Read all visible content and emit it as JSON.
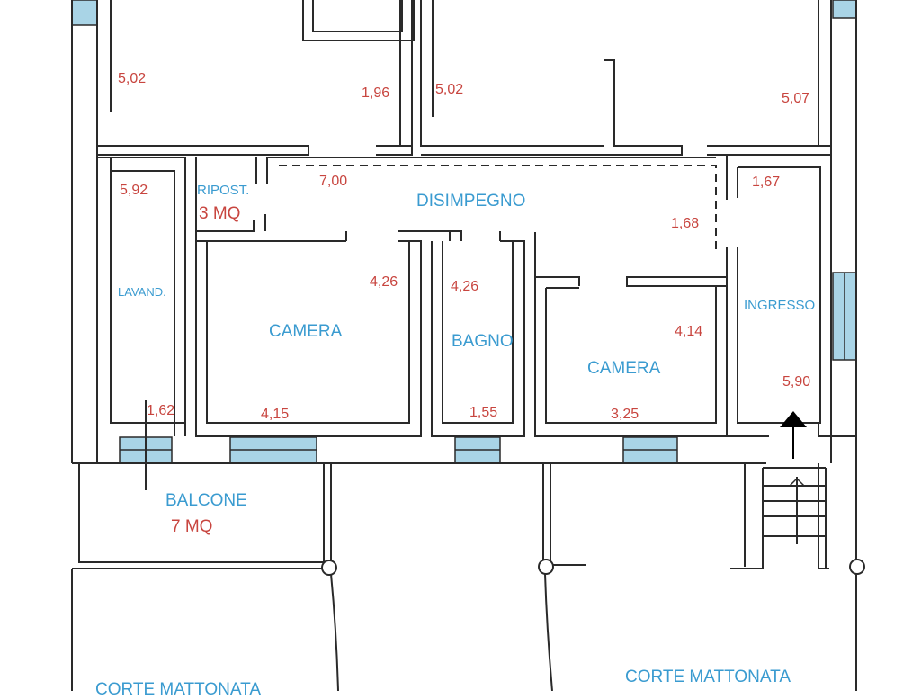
{
  "colors": {
    "wall": "#2a2a2a",
    "window": "#a9d4e6",
    "room_label": "#3a9bd0",
    "dimension": "#c8453f"
  },
  "rooms": {
    "disimpegno": "DISIMPEGNO",
    "ripostiglio": "RIPOST.",
    "lavanderia": "LAVAND.",
    "camera_left": "CAMERA",
    "bagno": "BAGNO",
    "camera_right": "CAMERA",
    "ingresso": "INGRESSO",
    "balcone": "BALCONE",
    "corte_left": "CORTE MATTONATA",
    "corte_right": "CORTE MATTONATA"
  },
  "areas": {
    "ripostiglio": "3 MQ",
    "balcone": "7 MQ"
  },
  "dimensions": {
    "top_left_room": "5,02",
    "top_small": "1,96",
    "top_middle_room": "5,02",
    "top_right_room": "5,07",
    "lavanderia_length": "5,92",
    "disimpegno_length": "7,00",
    "disimpegno_width": "1,68",
    "ingresso_width": "1,67",
    "camera_left_length": "4,26",
    "camera_left_width": "4,15",
    "bagno_length": "4,26",
    "bagno_width": "1,55",
    "camera_right_length": "4,14",
    "camera_right_width": "3,25",
    "ingresso_length": "5,90",
    "lavanderia_width": "1,62"
  }
}
